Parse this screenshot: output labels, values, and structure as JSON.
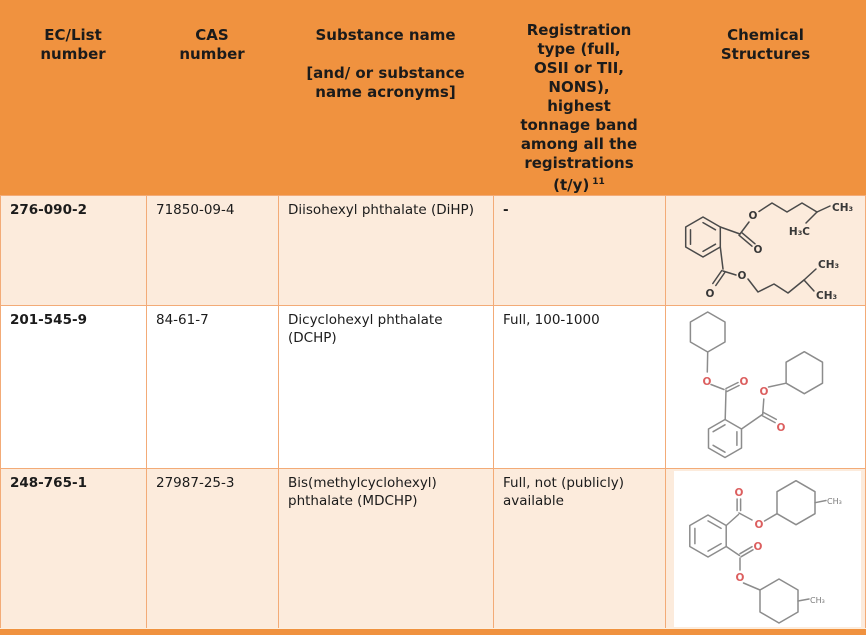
{
  "colors": {
    "header_bg": "#f0923f",
    "row_peach_bg": "#fcebdc",
    "row_white_bg": "#ffffff",
    "cell_border": "#f3ab77",
    "bond_dark": "#4a4a4a",
    "bond_gray": "#8c8c8c",
    "oxygen_red": "#dc5f5f"
  },
  "table": {
    "columns": [
      {
        "label": "EC/List number"
      },
      {
        "label": "CAS number"
      },
      {
        "label": "Substance name",
        "sublabel": "[and/ or substance name acronyms]"
      },
      {
        "label": "Registration type (full, OSII or TII, NONS), highest tonnage band among all the registrations (t/y)",
        "footnote_ref": "11"
      },
      {
        "label": "Chemical Structures"
      }
    ],
    "rows": [
      {
        "ec_number": "276-090-2",
        "cas_number": "71850-09-4",
        "substance_name": "Diisohexyl phthalate (DiHP)",
        "registration": "-"
      },
      {
        "ec_number": "201-545-9",
        "cas_number": "84-61-7",
        "substance_name": "Dicyclohexyl phthalate (DCHP)",
        "registration": "Full, 100-1000"
      },
      {
        "ec_number": "248-765-1",
        "cas_number": "27987-25-3",
        "substance_name": "Bis(methylcyclohexyl) phthalate (MDCHP)",
        "registration": "Full, not (publicly) available"
      }
    ]
  },
  "atom_labels": {
    "oxygen": "O",
    "methyl": "CH₃",
    "methyl_reversed": "H₃C"
  }
}
